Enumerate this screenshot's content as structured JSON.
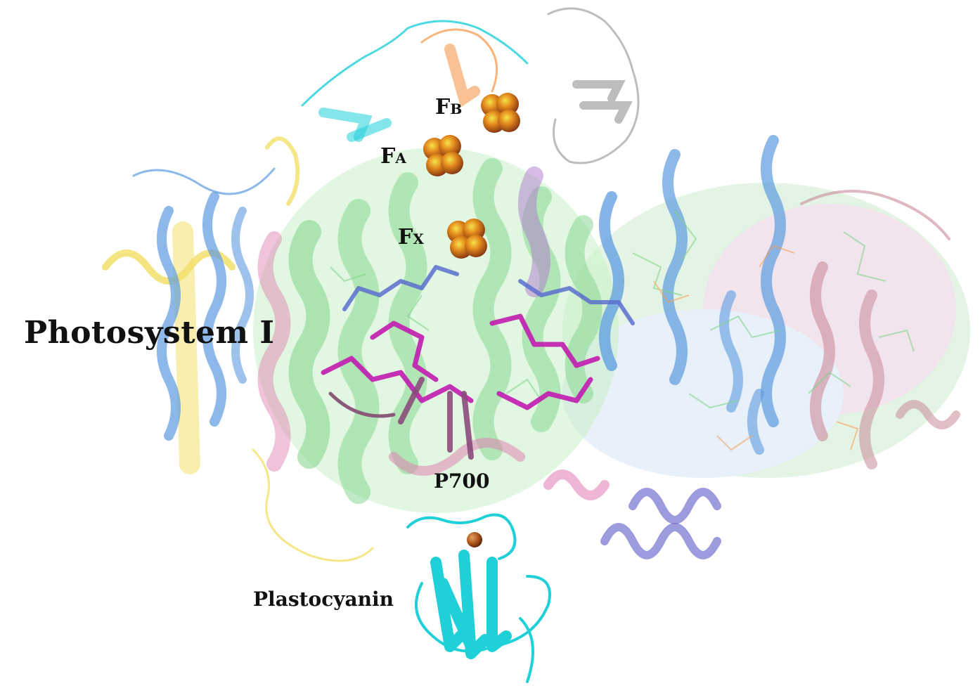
{
  "labels": {
    "photosystem": "Photosystem I",
    "plastocyanin": "Plastocyanin",
    "p700": "P700",
    "fb_main": "F",
    "fb_sub": "B",
    "fa_main": "F",
    "fa_sub": "A",
    "fx_main": "F",
    "fx_sub": "X"
  },
  "colors": {
    "green": "#7fd48a",
    "blue": "#5b9be0",
    "pink": "#e07ab0",
    "yellow": "#f2e06a",
    "cyan": "#1fd0d8",
    "orange": "#f5a25a",
    "gray": "#bdbdbd",
    "violet": "#7070d0",
    "mauve": "#c98b98",
    "magenta": "#c21bb0",
    "copper": "#b05a1a"
  },
  "clusters": [
    "FB",
    "FA",
    "FX"
  ]
}
